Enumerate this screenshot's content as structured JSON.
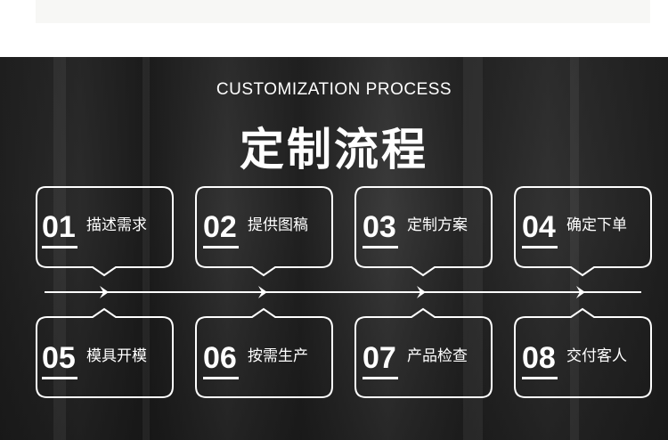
{
  "header": {
    "subtitle": "CUSTOMIZATION PROCESS",
    "title": "定制流程"
  },
  "steps": [
    {
      "num": "01",
      "label": "描述需求"
    },
    {
      "num": "02",
      "label": "提供图稿"
    },
    {
      "num": "03",
      "label": "定制方案"
    },
    {
      "num": "04",
      "label": "确定下单"
    },
    {
      "num": "05",
      "label": "模具开模"
    },
    {
      "num": "06",
      "label": "按需生产"
    },
    {
      "num": "07",
      "label": "产品检查"
    },
    {
      "num": "08",
      "label": "交付客人"
    }
  ],
  "colors": {
    "text": "#ffffff",
    "background": "#2b2b2b"
  }
}
